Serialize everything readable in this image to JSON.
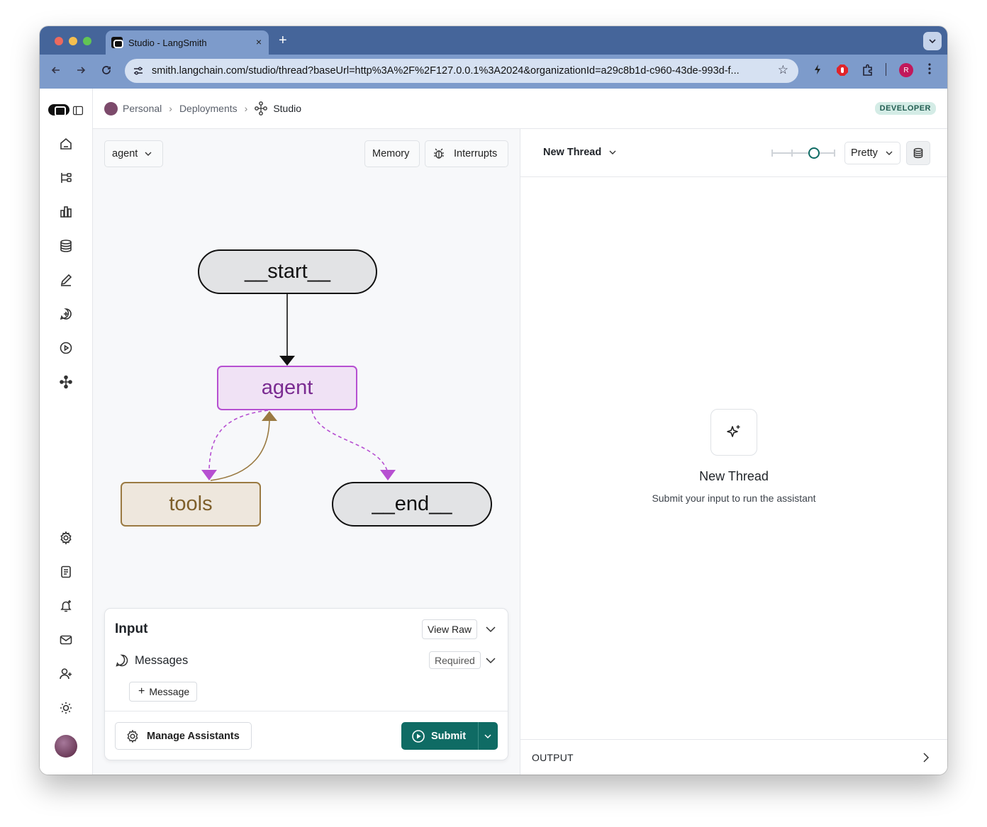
{
  "browser": {
    "tab_title": "Studio - LangSmith",
    "new_tab": "+",
    "close": "×",
    "url": "smith.langchain.com/studio/thread?baseUrl=http%3A%2F%2F127.0.0.1%3A2024&organizationId=a29c8b1d-c960-43de-993d-f...",
    "profile_initial": "R"
  },
  "breadcrumb": {
    "items": [
      "Personal",
      "Deployments",
      "Studio"
    ],
    "badge": "DEVELOPER"
  },
  "graph_panel": {
    "assistant_select": "agent",
    "memory_label": "Memory",
    "interrupts_label": "Interrupts",
    "nodes": {
      "start": "__start__",
      "agent": "agent",
      "tools": "tools",
      "end": "__end__"
    }
  },
  "input_panel": {
    "title": "Input",
    "view_raw": "View Raw",
    "messages_label": "Messages",
    "required_label": "Required",
    "add_message": "Message",
    "manage_assistants": "Manage Assistants",
    "submit": "Submit"
  },
  "thread_panel": {
    "thread_select": "New Thread",
    "format_select": "Pretty",
    "empty_title": "New Thread",
    "empty_subtitle": "Submit your input to run the assistant",
    "output_label": "OUTPUT"
  },
  "colors": {
    "accent_teal": "#0f6b64",
    "agent_node": "#f0e2f5",
    "agent_border": "#b64fd1",
    "tools_node": "#eee7dd",
    "tools_border": "#9a7a42"
  }
}
